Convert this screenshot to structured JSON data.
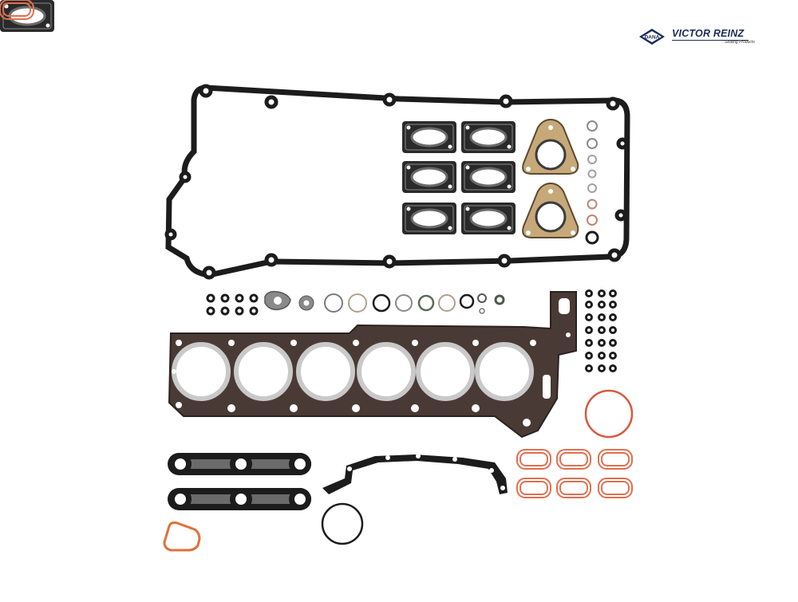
{
  "brand": {
    "logo_badge": "DANA",
    "logo_name": "VICTOR REINZ",
    "logo_tagline": "Sealing Products",
    "logo_color": "#1b2b5a"
  },
  "colors": {
    "gasket_black": "#1c1c1c",
    "gasket_dark": "#2a2a2a",
    "head_gasket": "#4a3a35",
    "fire_ring": "#c9c9c9",
    "fiber_tan": "#c7a878",
    "copper_ring": "#d7593c",
    "orange_gasket": "#e0703a"
  }
}
